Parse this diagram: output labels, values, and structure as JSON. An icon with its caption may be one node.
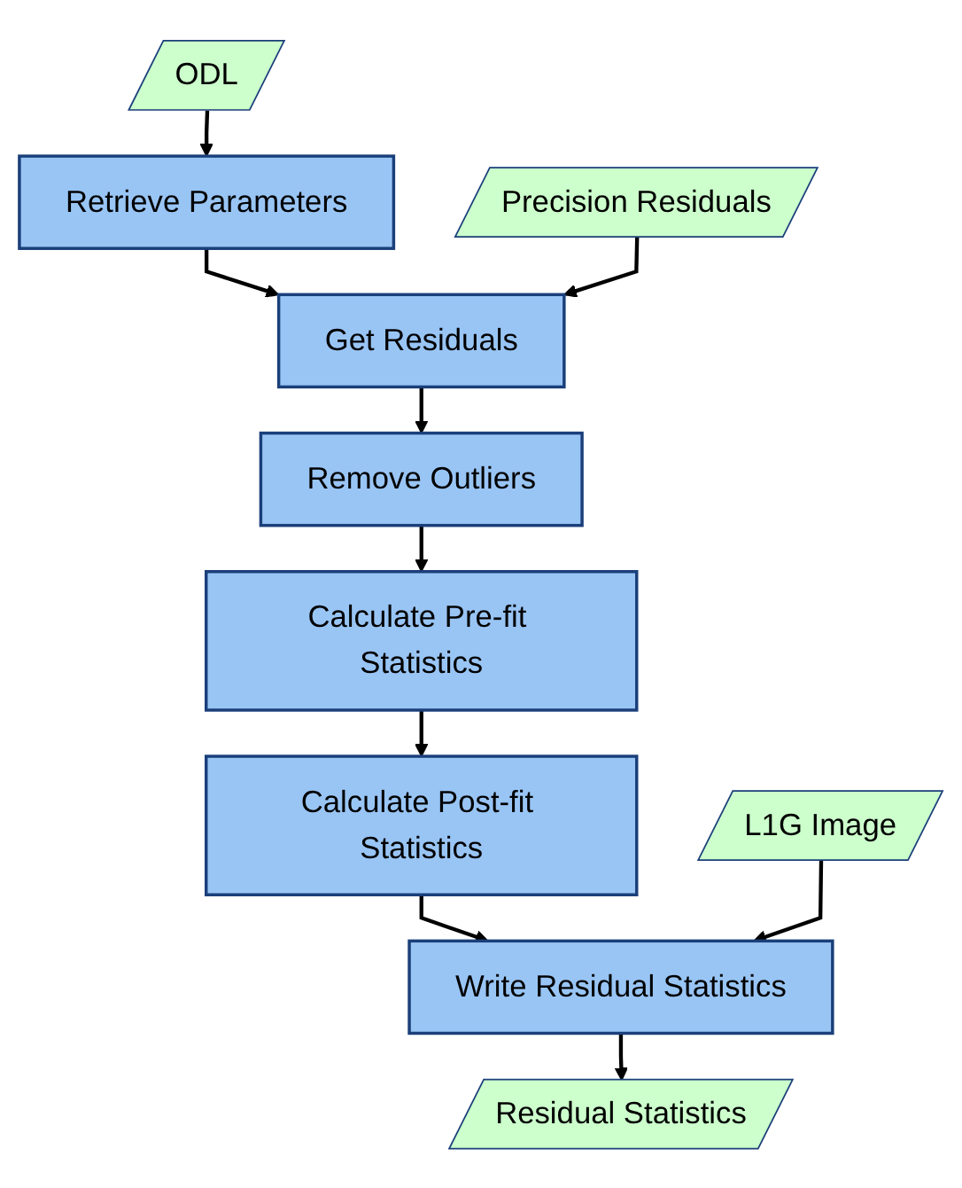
{
  "diagram": {
    "nodes": [
      {
        "text": [
          "ODL"
        ]
      },
      {
        "text": [
          "Retrieve Parameters"
        ]
      },
      {
        "text": [
          "Precision Residuals"
        ]
      },
      {
        "text": [
          "Get Residuals"
        ]
      },
      {
        "text": [
          "Remove Outliers"
        ]
      },
      {
        "text": [
          "Calculate Pre-fit Statistics"
        ]
      },
      {
        "text": [
          "Calculate Post-fit Statistics"
        ]
      },
      {
        "text": [
          "L1G Image"
        ]
      },
      {
        "text": [
          "Write Residual Statistics"
        ]
      },
      {
        "text": [
          "Residual Statistics"
        ]
      }
    ],
    "edges": [
      {
        "from": 0,
        "to": 1,
        "arrow": "to"
      },
      {
        "from": 1,
        "to": 3,
        "arrow": "to"
      },
      {
        "from": 2,
        "to": 3,
        "arrow": "to"
      },
      {
        "from": 3,
        "to": 4,
        "arrow": "to"
      },
      {
        "from": 4,
        "to": 5,
        "arrow": "to"
      },
      {
        "from": 5,
        "to": 6,
        "arrow": "to"
      },
      {
        "from": 6,
        "to": 8,
        "arrow": "to"
      },
      {
        "from": 7,
        "to": 8,
        "arrow": "to"
      },
      {
        "from": 8,
        "to": 9,
        "arrow": "to"
      }
    ]
  }
}
